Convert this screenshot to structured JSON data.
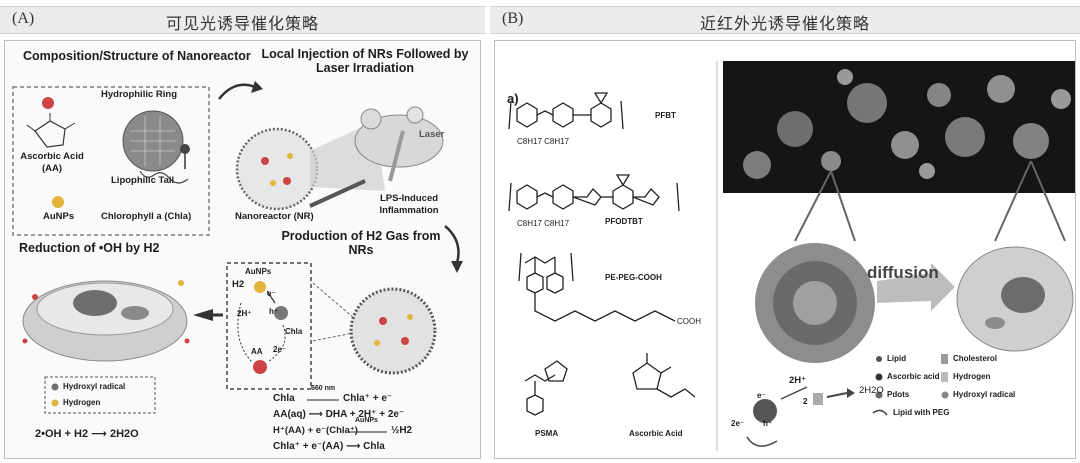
{
  "panel_a": {
    "tag": "(A)",
    "title": "可见光诱导催化策略",
    "composition_title": "Composition/Structure of Nanoreactor",
    "hydrophilic_ring": "Hydrophilic Ring",
    "lipophilic_tail": "Lipophilic Tail",
    "ascorbic_acid": "Ascorbic Acid (AA)",
    "aunps": "AuNPs",
    "chlorophyll": "Chlorophyll a (Chla)",
    "injection_title": "Local Injection of NRs Followed by Laser Irradiation",
    "laser": "Laser",
    "nanoreactor": "Nanoreactor (NR)",
    "lps": "LPS-Induced Inflammation",
    "reduction_title": "Reduction of •OH by H2",
    "production_title": "Production of H2 Gas from NRs",
    "inset_aunps": "AuNPs",
    "inset_h2": "H2",
    "inset_e1": "e⁻",
    "inset_2h": "2H⁺",
    "inset_h": "h⁺",
    "inset_chla": "Chla",
    "inset_2e": "2e⁻",
    "inset_aa": "AA",
    "legend_hydroxyl": "Hydroxyl radical",
    "legend_hydrogen": "Hydrogen",
    "bottom_eq": "2•OH + H2 ⟶ 2H2O",
    "eq1_left": "Chla",
    "eq1_cond": "660 nm",
    "eq1_right": "Chla⁺ + e⁻",
    "eq2": "AA(aq) ⟶ DHA + 2H⁺ + 2e⁻",
    "eq3_left": "H⁺(AA) + e⁻(Chla⁺)",
    "eq3_cond": "AuNPs",
    "eq3_right": "½H2",
    "eq4": "Chla⁺ + e⁻(AA) ⟶ Chla"
  },
  "panel_b": {
    "tag": "(B)",
    "title": "近红外光诱导催化策略",
    "label_a": "a)",
    "pfbt": "PFBT",
    "pfbt_sub": "C8H17   C8H17",
    "pfodtbt": "PFODTBT",
    "pfodtbt_sub": "C8H17   C8H17",
    "pe_peg": "PE-PEG-COOH",
    "cooh": "COOH",
    "psma": "PSMA",
    "ascorbic": "Ascorbic Acid",
    "diffusion": "diffusion",
    "e_minus": "e⁻",
    "two_h": "2H⁺",
    "two": "2",
    "h2o": "2H2O",
    "two_e": "2e⁻",
    "h_plus": "h⁺",
    "legend": [
      "Lipid",
      "Cholesterol",
      "Ascorbic acid",
      "Hydrogen",
      "Pdots",
      "Hydroxyl radical",
      "Lipid with PEG"
    ]
  }
}
